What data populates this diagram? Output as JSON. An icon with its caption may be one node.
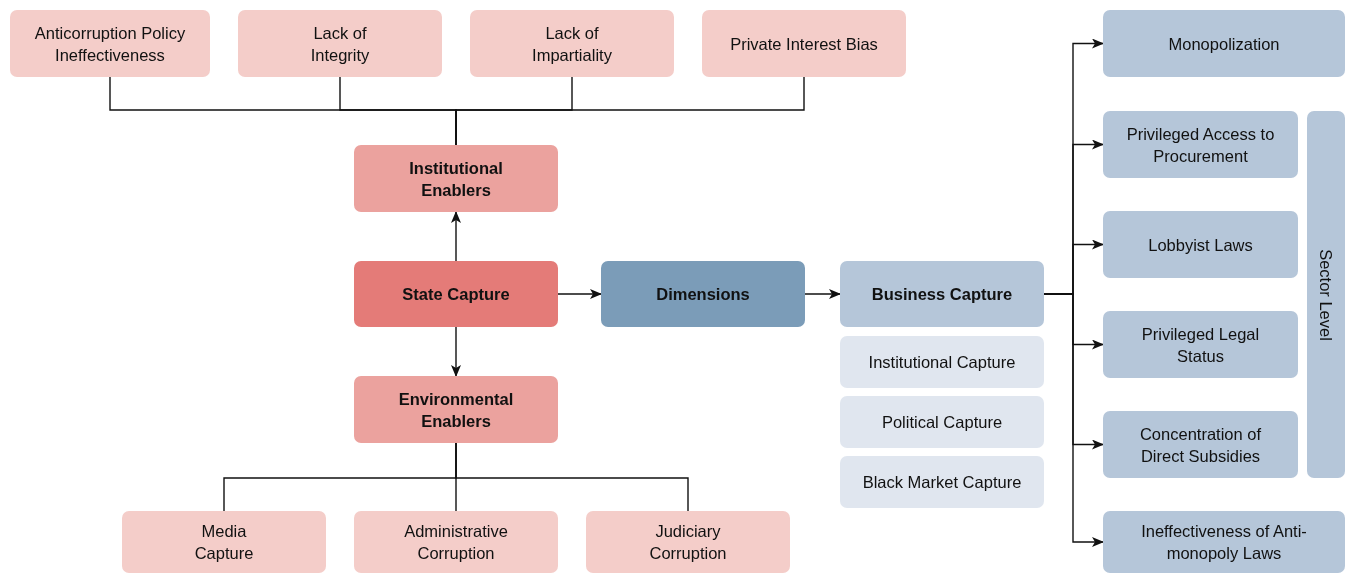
{
  "diagram": {
    "nodes": [
      {
        "text": [
          "Anticorruption Policy Ineffectiveness"
        ]
      },
      {
        "text": [
          "Lack of Integrity"
        ]
      },
      {
        "text": [
          "Lack of Impartiality"
        ]
      },
      {
        "text": [
          "Private Interest Bias"
        ]
      },
      {
        "text": [
          "Institutional Enablers"
        ]
      },
      {
        "text": [
          "State Capture"
        ]
      },
      {
        "text": [
          "Dimensions"
        ]
      },
      {
        "text": [
          "Business Capture"
        ]
      },
      {
        "text": [
          "Institutional Capture"
        ]
      },
      {
        "text": [
          "Political Capture"
        ]
      },
      {
        "text": [
          "Black Market Capture"
        ]
      },
      {
        "text": [
          "Environmental Enablers"
        ]
      },
      {
        "text": [
          "Media Capture"
        ]
      },
      {
        "text": [
          "Administrative Corruption"
        ]
      },
      {
        "text": [
          "Judiciary Corruption"
        ]
      },
      {
        "text": [
          "Monopolization"
        ]
      },
      {
        "text": [
          "Privileged Access to Procurement"
        ]
      },
      {
        "text": [
          "Lobbyist Laws"
        ]
      },
      {
        "text": [
          "Privileged Legal Status"
        ]
      },
      {
        "text": [
          "Concentration of Direct Subsidies"
        ]
      },
      {
        "text": [
          "Ineffectiveness of Anti-monopoly Laws"
        ]
      },
      {
        "text": [
          "Sector Level"
        ]
      }
    ],
    "edges": [
      {
        "from": 0,
        "to": 4,
        "arrow": "none"
      },
      {
        "from": 1,
        "to": 4,
        "arrow": "none"
      },
      {
        "from": 2,
        "to": 4,
        "arrow": "none"
      },
      {
        "from": 3,
        "to": 4,
        "arrow": "none"
      },
      {
        "from": 5,
        "to": 4,
        "arrow": "to"
      },
      {
        "from": 5,
        "to": 6,
        "arrow": "to"
      },
      {
        "from": 5,
        "to": 11,
        "arrow": "to"
      },
      {
        "from": 6,
        "to": 7,
        "arrow": "to"
      },
      {
        "from": 11,
        "to": 12,
        "arrow": "none"
      },
      {
        "from": 11,
        "to": 13,
        "arrow": "none"
      },
      {
        "from": 11,
        "to": 14,
        "arrow": "none"
      },
      {
        "from": 7,
        "to": 15,
        "arrow": "to"
      },
      {
        "from": 7,
        "to": 16,
        "arrow": "to"
      },
      {
        "from": 7,
        "to": 17,
        "arrow": "to"
      },
      {
        "from": 7,
        "to": 18,
        "arrow": "to"
      },
      {
        "from": 7,
        "to": 19,
        "arrow": "to"
      },
      {
        "from": 7,
        "to": 20,
        "arrow": "to"
      }
    ]
  }
}
